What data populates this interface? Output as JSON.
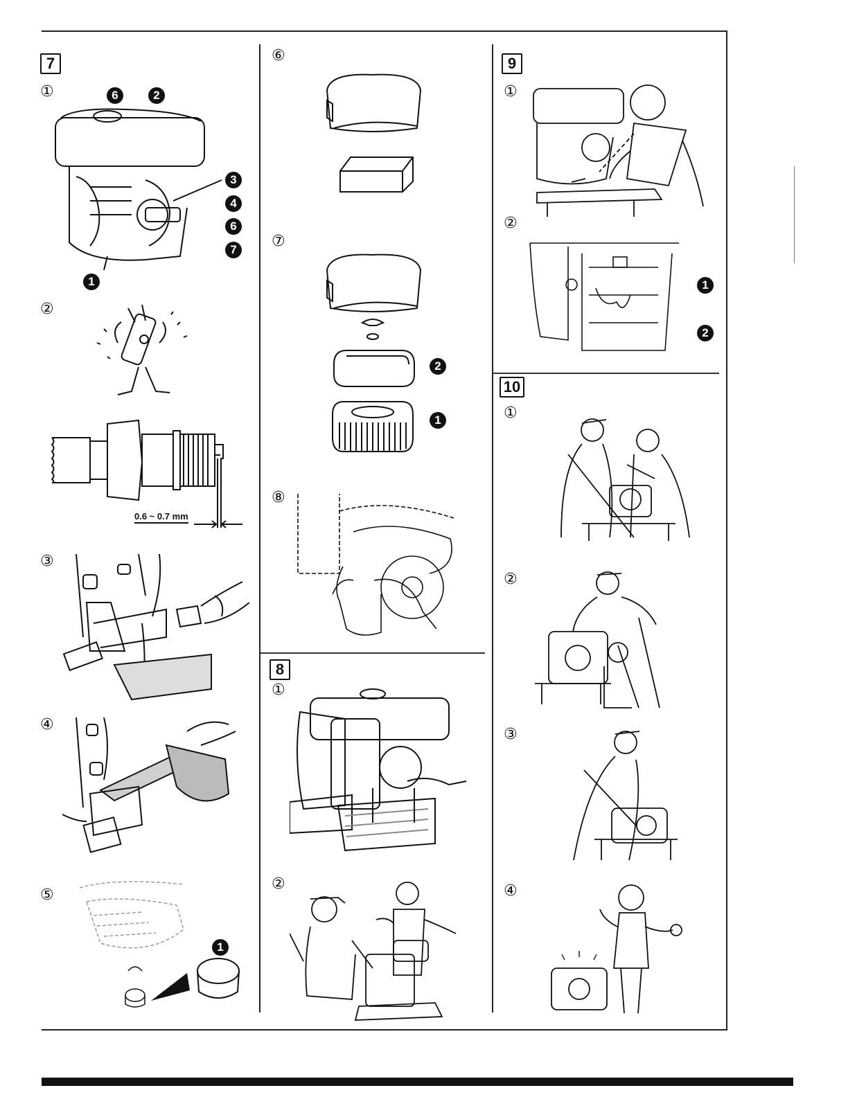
{
  "sections": {
    "s7": {
      "label": "7",
      "steps": [
        "①",
        "②",
        "③",
        "④",
        "⑤"
      ],
      "callouts": {
        "one": "1",
        "two": "2",
        "three": "3",
        "four": "4",
        "six": "6",
        "seven": "7"
      },
      "gap_label": "0.6 ~ 0.7 mm",
      "step5_callout": "1"
    },
    "s_mid": {
      "steps": [
        "⑥",
        "⑦",
        "⑧"
      ],
      "callouts": {
        "two": "2",
        "one": "1"
      }
    },
    "s8": {
      "label": "8",
      "steps": [
        "①",
        "②"
      ]
    },
    "s9": {
      "label": "9",
      "steps": [
        "①",
        "②"
      ],
      "callouts": {
        "one": "1",
        "two": "2"
      }
    },
    "s10": {
      "label": "10",
      "steps": [
        "①",
        "②",
        "③",
        "④"
      ]
    }
  }
}
